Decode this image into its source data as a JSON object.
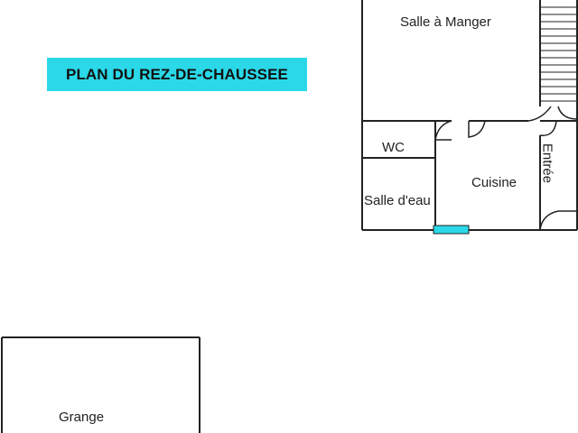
{
  "title": "PLAN DU REZ-DE-CHAUSSEE",
  "rooms": {
    "salle_a_manger": "Salle à Manger",
    "wc": "WC",
    "cuisine": "Cuisine",
    "salle_deau": "Salle d'eau",
    "entree": "Entrée",
    "grange": "Grange"
  },
  "colors": {
    "title_banner": "#2ad8e8",
    "wall": "#222222",
    "window": "#2ad8e8"
  }
}
